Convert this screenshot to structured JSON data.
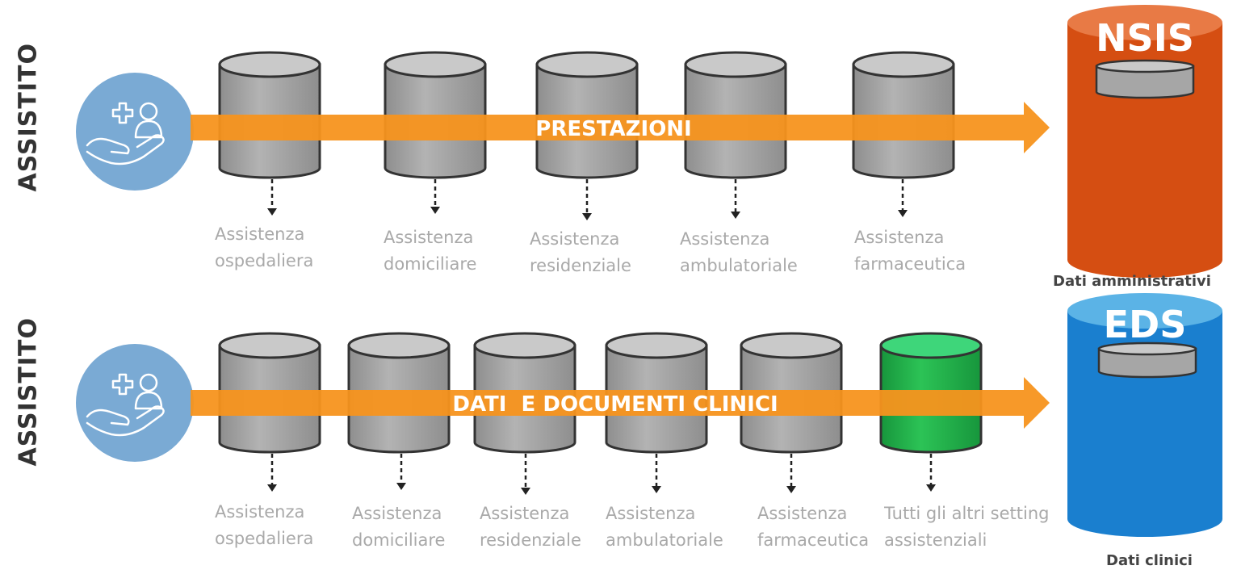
{
  "rows": [
    {
      "side_label": "ASSISTITO",
      "arrow_label": "PRESTAZIONI",
      "items": [
        {
          "line1": "Assistenza",
          "line2": "ospedaliera"
        },
        {
          "line1": "Assistenza",
          "line2": "domiciliare"
        },
        {
          "line1": "Assistenza",
          "line2": "residenziale"
        },
        {
          "line1": "Assistenza",
          "line2": "ambulatoriale"
        },
        {
          "line1": "Assistenza",
          "line2": "farmaceutica"
        }
      ],
      "store": {
        "name": "NSIS",
        "caption": "Dati amministrativi",
        "color": "#d54e12"
      }
    },
    {
      "side_label": "ASSISTITO",
      "arrow_label": "DATI  E DOCUMENTI CLINICI",
      "items": [
        {
          "line1": "Assistenza",
          "line2": "ospedaliera"
        },
        {
          "line1": "Assistenza",
          "line2": "domiciliare"
        },
        {
          "line1": "Assistenza",
          "line2": "residenziale"
        },
        {
          "line1": "Assistenza",
          "line2": "ambulatoriale"
        },
        {
          "line1": "Assistenza",
          "line2": "farmaceutica"
        },
        {
          "line1": "Tutti gli altri setting",
          "line2": "assistenziali"
        }
      ],
      "store": {
        "name": "EDS",
        "caption": "Dati clinici",
        "color": "#1a7fcf"
      }
    }
  ],
  "colors": {
    "arrow": "#f7941d",
    "cylinder_gray": "#a6a6a6",
    "cylinder_green": "#22b14c",
    "person_circle": "#7aaad4"
  }
}
